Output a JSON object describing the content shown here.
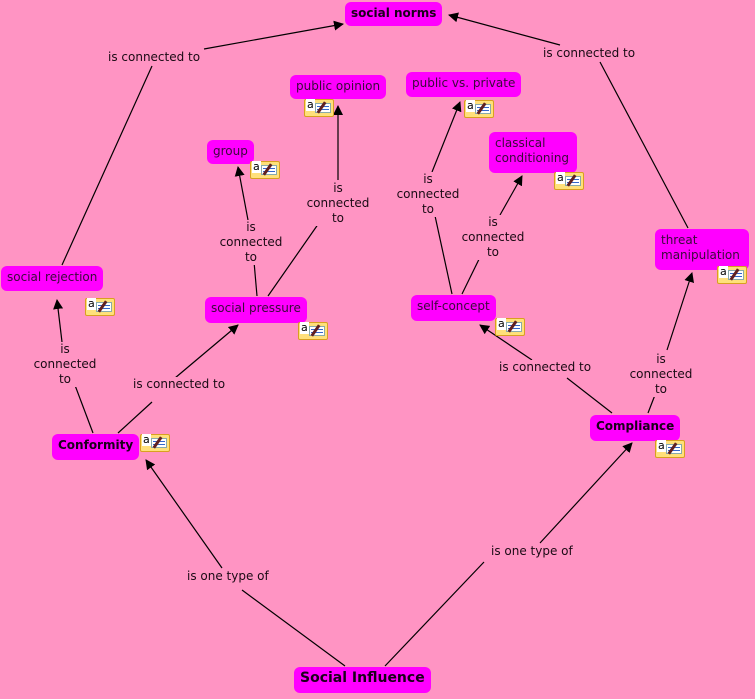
{
  "colors": {
    "background": "#ff94c3",
    "node": "#ff00ff",
    "line": "#000000"
  },
  "nodes": {
    "social_norms": "social norms",
    "public_opinion": "public opinion",
    "public_vs_private": "public vs. private",
    "classical_conditioning": "classical conditioning",
    "group": "group",
    "social_rejection": "social rejection",
    "social_pressure": "social pressure",
    "self_concept": "self-concept",
    "threat_manipulation": "threat manipulation",
    "conformity": "Conformity",
    "compliance": "Compliance",
    "social_influence": "Social Influence"
  },
  "links": {
    "rejection_norms": "is connected to",
    "threat_norms": "is connected to",
    "conformity_rejection": "is connected to",
    "conformity_pressure": "is connected to",
    "pressure_group": "is connected to",
    "pressure_opinion": "is connected to",
    "self_public": "is connected to",
    "self_classical": "is connected to",
    "compliance_self": "is connected to",
    "compliance_threat": "is connected to",
    "influence_conformity": "is one type of",
    "influence_compliance": "is one type of"
  },
  "note_icon": "annotation-note-icon"
}
